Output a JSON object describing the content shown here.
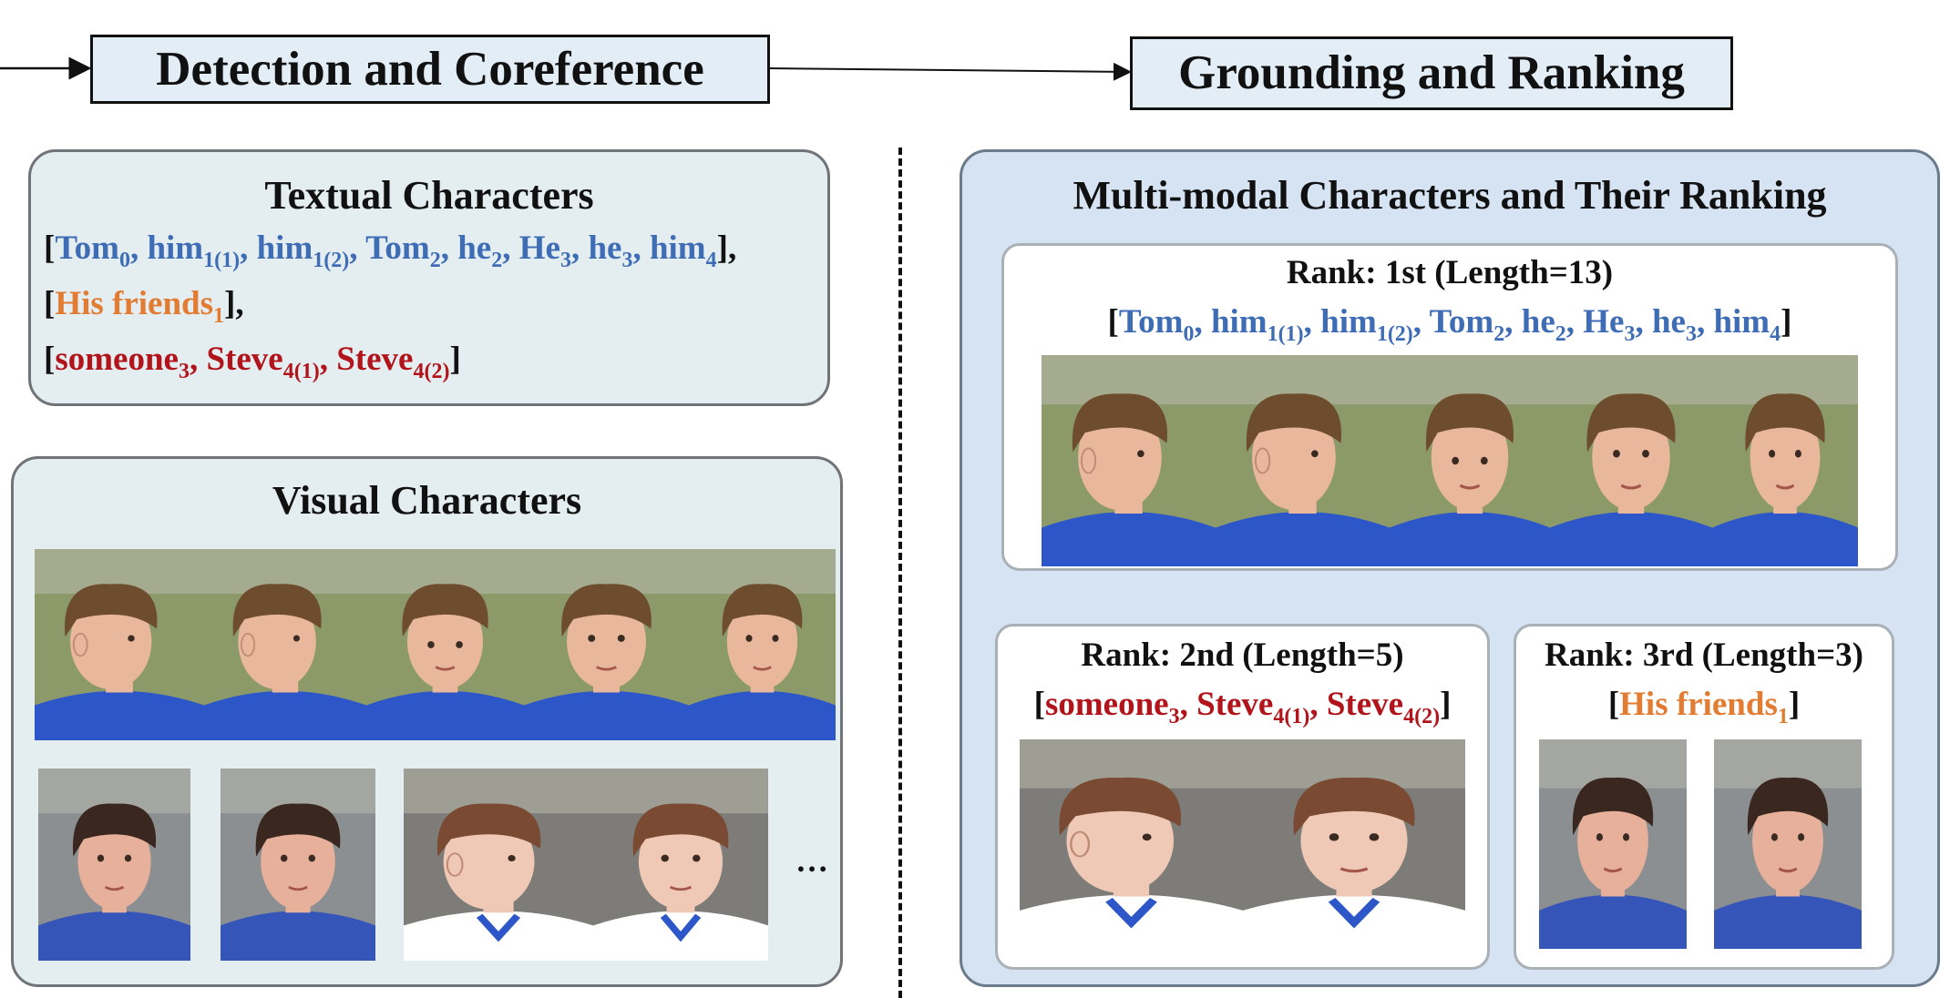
{
  "stages": {
    "detection": "Detection and Coreference",
    "grounding": "Grounding and Ranking"
  },
  "textual": {
    "title": "Textual Characters",
    "chains": [
      {
        "color": "blue",
        "mentions": [
          {
            "text": "Tom",
            "sub": "0"
          },
          {
            "text": "him",
            "sub": "1(1)"
          },
          {
            "text": "him",
            "sub": "1(2)"
          },
          {
            "text": "Tom",
            "sub": "2"
          },
          {
            "text": "he",
            "sub": "2"
          },
          {
            "text": "He",
            "sub": "3"
          },
          {
            "text": "he",
            "sub": "3"
          },
          {
            "text": "him",
            "sub": "4"
          }
        ],
        "trail": "],"
      },
      {
        "color": "orange",
        "mentions": [
          {
            "text": "His friends",
            "sub": "1"
          }
        ],
        "trail": "],"
      },
      {
        "color": "red",
        "mentions": [
          {
            "text": "someone",
            "sub": "3"
          },
          {
            "text": "Steve",
            "sub": "4(1)"
          },
          {
            "text": "Steve",
            "sub": "4(2)"
          }
        ],
        "trail": "]"
      }
    ]
  },
  "visual": {
    "title": "Visual Characters",
    "ellipsis": "…"
  },
  "ranking": {
    "title": "Multi-modal Characters and Their Ranking",
    "ranks": [
      {
        "label": "Rank: 1st (Length=13)",
        "chain": 0
      },
      {
        "label": "Rank: 2nd (Length=5)",
        "chain": 2
      },
      {
        "label": "Rank: 3rd (Length=3)",
        "chain": 1
      }
    ]
  },
  "colors": {
    "blue": "#3f6db5",
    "orange": "#e27c32",
    "red": "#b1141a",
    "panel_light": "#e4edf0",
    "panel_blue": "#d6e3f2",
    "stage_fill": "#e3edf6"
  },
  "faces": {
    "tom": {
      "hair": "#6e4d2e",
      "skin": "#e9b79c",
      "shirt": "#2d56c9",
      "bg": "#8c9a6a"
    },
    "steve": {
      "hair": "#3a2820",
      "skin": "#e6b09a",
      "shirt": "#3555b8",
      "bg": "#8b8f92"
    },
    "blur": {
      "hair": "#7a4a32",
      "skin": "#f0c8b6",
      "shirt": "#ffffff",
      "bg": "#7d7c78"
    }
  }
}
